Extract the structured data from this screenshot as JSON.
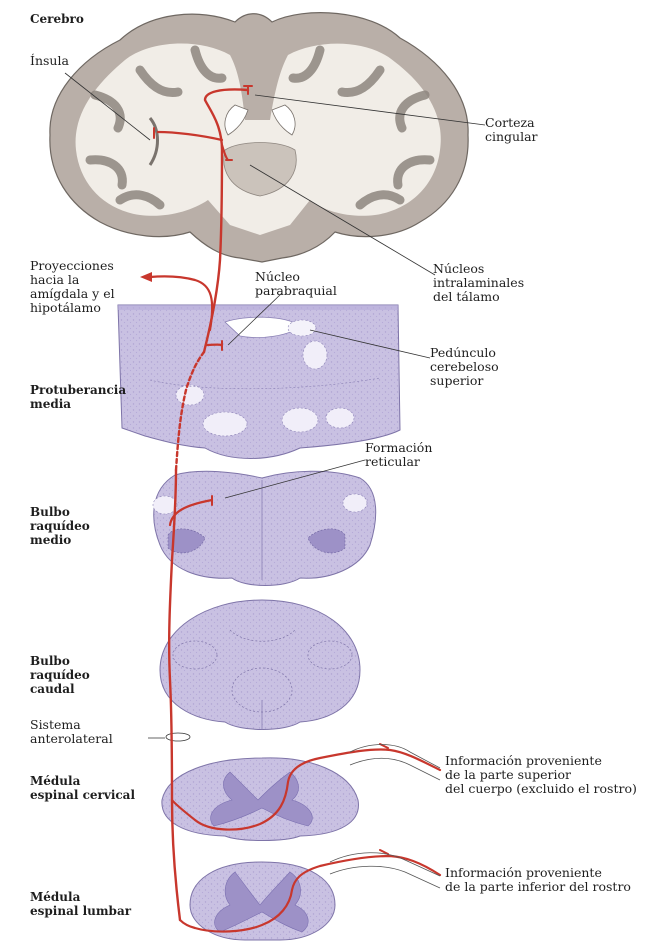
{
  "labels": {
    "cerebro": "Cerebro",
    "insula": "Ínsula",
    "corteza": "Corteza\ncingular",
    "nucleos": "Núcleos\nintralaminales\ndel tálamo",
    "proyecciones": "Proyecciones\nhacia la\namígdala y el\nhipotálamo",
    "parabraquial": "Núcleo\nparabraquial",
    "pedunculo": "Pedúnculo\ncerebeloso\nsuperior",
    "protuberancia": "Protuberancia\nmedia",
    "formacion": "Formación\nreticular",
    "bulbo_medio": "Bulbo\nraquídeo\nmedio",
    "bulbo_caudal": "Bulbo\nraquídeo\ncaudal",
    "sistema": "Sistema\nanterolateral",
    "medula_cervical": "Médula\nespinal cervical",
    "info_superior": "Información proveniente\nde la parte superior\ndel cuerpo (excluido el rostro)",
    "medula_lumbar": "Médula\nespinal lumbar",
    "info_inferior": "Información proveniente\nde la parte inferior del rostro"
  },
  "colors": {
    "pathway": "#c8372d",
    "brain_gray": "#b4aba4",
    "white_matter": "#f2efe9",
    "section_fill": "#c7bfe0",
    "section_dark": "#9a8cc4",
    "leader": "#333333"
  }
}
